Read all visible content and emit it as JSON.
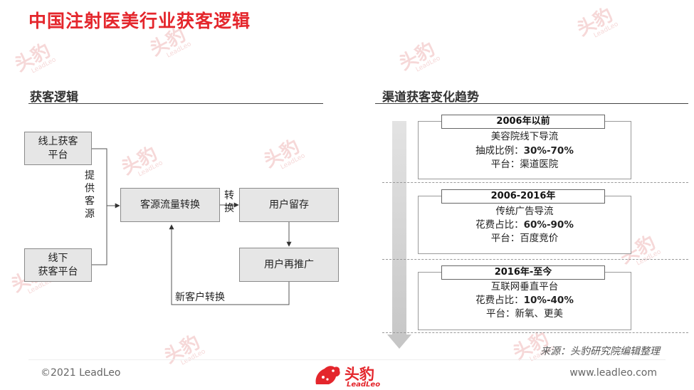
{
  "title": "中国注射医美行业获客逻辑",
  "watermark": {
    "cn": "头豹",
    "en": "LeadLeo"
  },
  "left": {
    "heading": "获客逻辑",
    "nodes": {
      "online": [
        "线上获客",
        "平台"
      ],
      "offline": [
        "线下",
        "获客平台"
      ],
      "conversion": "客源流量转换",
      "retention": "用户留存",
      "repromote": "用户再推广"
    },
    "labels": {
      "supply": [
        "提",
        "供",
        "客",
        "源"
      ],
      "convert": [
        "转",
        "换"
      ],
      "new_customer": "新客户转换"
    }
  },
  "right": {
    "heading": "渠道获客变化趋势",
    "cards": [
      {
        "period": "2006年以前",
        "channel": "美容院线下导流",
        "ratio_label": "抽成比例：",
        "ratio_value": "30%-70%",
        "platform": "平台：渠道医院"
      },
      {
        "period": "2006-2016年",
        "channel": "传统广告导流",
        "ratio_label": "花费占比：",
        "ratio_value": "60%-90%",
        "platform": "平台：百度竞价"
      },
      {
        "period": "2016年-至今",
        "channel": "互联网垂直平台",
        "ratio_label": "花费占比：",
        "ratio_value": "10%-40%",
        "platform": "平台：新氧、更美"
      }
    ]
  },
  "source": "来源：头豹研究院编辑整理",
  "footer": {
    "copyright": "©2021 LeadLeo",
    "website": "www.leadleo.com",
    "logo_cn": "头豹",
    "logo_en": "LeadLeo"
  },
  "colors": {
    "accent": "#e4262c",
    "box_fill": "#e6e6e6",
    "arrow_gray": "#cfcfcf"
  }
}
